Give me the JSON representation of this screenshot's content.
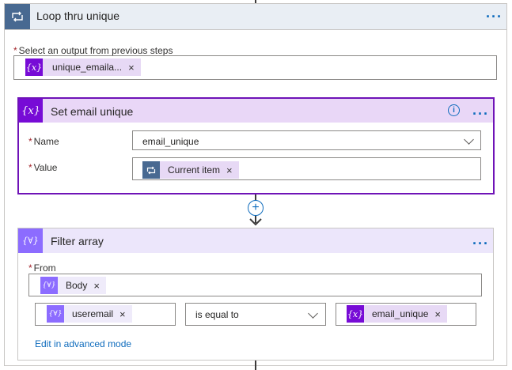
{
  "loop": {
    "title": "Loop thru unique",
    "output_label": "Select an output from previous steps",
    "output_token": "unique_emaila...",
    "more": "···",
    "icon": "loop-icon"
  },
  "set_var": {
    "title": "Set email unique",
    "icon_text": "{x}",
    "info": "i",
    "more": "···",
    "name_label": "Name",
    "name_value": "email_unique",
    "value_label": "Value",
    "value_token": "Current item"
  },
  "add_step": "+",
  "filter": {
    "title": "Filter array",
    "icon_text": "{∀}",
    "more": "···",
    "from_label": "From",
    "from_token": "Body",
    "left_token": "useremail",
    "operator": "is equal to",
    "right_token": "email_unique",
    "advanced_link": "Edit in advanced mode"
  },
  "token_close": "×",
  "required_mark": "*",
  "colors": {
    "loop_accent": "#486991",
    "variable_accent": "#770bd6",
    "filter_accent": "#8c6cff",
    "link": "#0f6cbd",
    "required": "#a4262c"
  }
}
